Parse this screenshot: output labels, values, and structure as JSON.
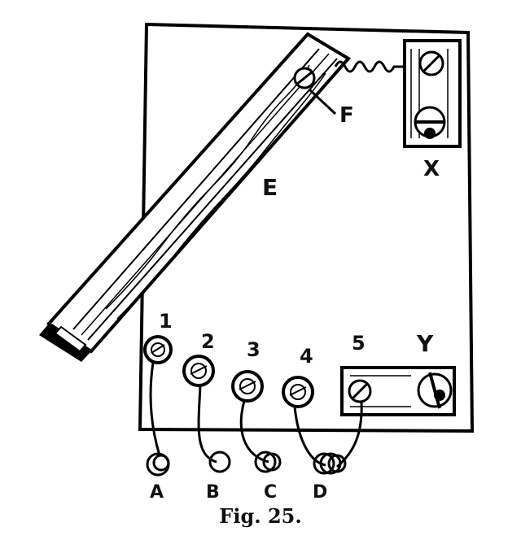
{
  "caption": "Fig. 25.",
  "labels": {
    "lever": "E",
    "pivot": "F",
    "top_block": "X",
    "bottom_block": "Y",
    "terminals": [
      "1",
      "2",
      "3",
      "4",
      "5"
    ],
    "leads": [
      "A",
      "B",
      "C",
      "D"
    ]
  }
}
